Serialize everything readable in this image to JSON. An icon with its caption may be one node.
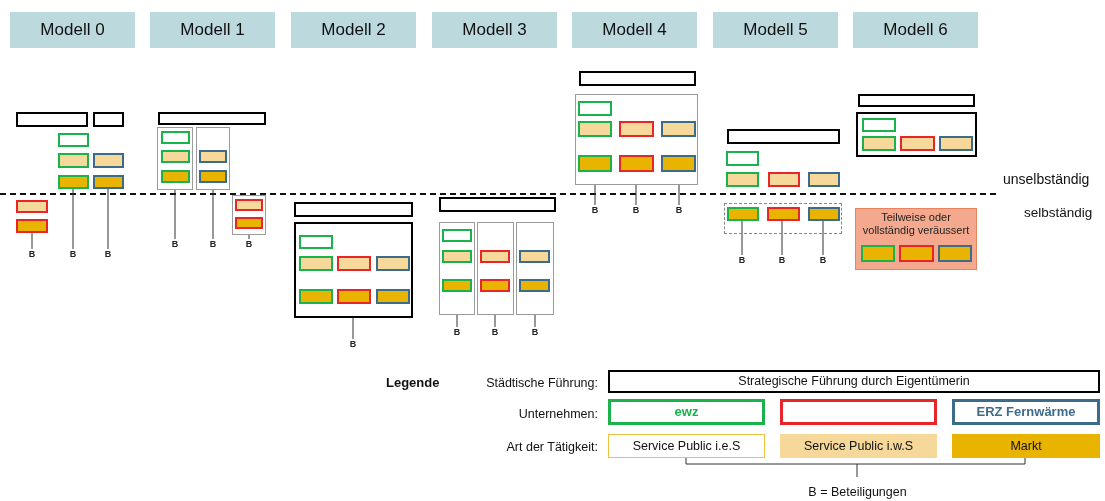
{
  "diagram": {
    "nodes": [
      {
        "text": [
          "Modell 0"
        ]
      },
      {
        "text": [
          "Modell 1"
        ]
      },
      {
        "text": [
          "Modell 2"
        ]
      },
      {
        "text": [
          "Modell 3"
        ]
      },
      {
        "text": [
          "Modell 4"
        ]
      },
      {
        "text": [
          "Modell 5"
        ]
      },
      {
        "text": [
          "Modell 6"
        ]
      },
      {
        "text": [],
        "shape": "box"
      },
      {
        "text": [],
        "shape": "box"
      },
      {
        "text": [],
        "shape": "box"
      },
      {
        "text": [],
        "shape": "box"
      },
      {
        "text": [],
        "shape": "box"
      },
      {
        "text": [],
        "shape": "box"
      },
      {
        "text": [],
        "shape": "box"
      },
      {
        "text": [],
        "shape": "box"
      },
      {
        "text": [],
        "shape": "box"
      },
      {
        "text": [
          "B"
        ]
      },
      {
        "text": [
          "B"
        ]
      },
      {
        "text": [
          "B"
        ]
      },
      {
        "text": [],
        "shape": "box"
      },
      {
        "text": [],
        "shape": "box"
      },
      {
        "text": [],
        "shape": "box",
        "in": 20
      },
      {
        "text": [],
        "shape": "box",
        "in": 20
      },
      {
        "text": [],
        "shape": "box",
        "in": 20
      },
      {
        "text": [],
        "shape": "box"
      },
      {
        "text": [],
        "shape": "box",
        "in": 24
      },
      {
        "text": [],
        "shape": "box",
        "in": 24
      },
      {
        "text": [],
        "shape": "box"
      },
      {
        "text": [],
        "shape": "box",
        "in": 27
      },
      {
        "text": [],
        "shape": "box",
        "in": 27
      },
      {
        "text": [
          "B"
        ]
      },
      {
        "text": [
          "B"
        ]
      },
      {
        "text": [
          "B"
        ]
      },
      {
        "text": [],
        "shape": "box"
      },
      {
        "text": [],
        "shape": "box"
      },
      {
        "text": [],
        "shape": "box",
        "in": 34
      },
      {
        "text": [],
        "shape": "box",
        "in": 34
      },
      {
        "text": [],
        "shape": "box",
        "in": 34
      },
      {
        "text": [],
        "shape": "box",
        "in": 34
      },
      {
        "text": [],
        "shape": "box",
        "in": 34
      },
      {
        "text": [],
        "shape": "box",
        "in": 34
      },
      {
        "text": [],
        "shape": "box",
        "in": 34
      },
      {
        "text": [
          "B"
        ]
      },
      {
        "text": [],
        "shape": "box"
      },
      {
        "text": [],
        "shape": "box"
      },
      {
        "text": [],
        "shape": "box",
        "in": 44
      },
      {
        "text": [],
        "shape": "box",
        "in": 44
      },
      {
        "text": [],
        "shape": "box",
        "in": 44
      },
      {
        "text": [],
        "shape": "box"
      },
      {
        "text": [],
        "shape": "box",
        "in": 48
      },
      {
        "text": [],
        "shape": "box",
        "in": 48
      },
      {
        "text": [],
        "shape": "box"
      },
      {
        "text": [],
        "shape": "box",
        "in": 51
      },
      {
        "text": [],
        "shape": "box",
        "in": 51
      },
      {
        "text": [
          "B"
        ]
      },
      {
        "text": [
          "B"
        ]
      },
      {
        "text": [
          "B"
        ]
      },
      {
        "text": [],
        "shape": "box"
      },
      {
        "text": [],
        "shape": "box"
      },
      {
        "text": [],
        "shape": "box",
        "in": 58
      },
      {
        "text": [],
        "shape": "box",
        "in": 58
      },
      {
        "text": [],
        "shape": "box",
        "in": 58
      },
      {
        "text": [],
        "shape": "box",
        "in": 58
      },
      {
        "text": [],
        "shape": "box",
        "in": 58
      },
      {
        "text": [],
        "shape": "box",
        "in": 58
      },
      {
        "text": [],
        "shape": "box",
        "in": 58
      },
      {
        "text": [
          "B"
        ]
      },
      {
        "text": [
          "B"
        ]
      },
      {
        "text": [
          "B"
        ]
      },
      {
        "text": [],
        "shape": "box"
      },
      {
        "text": [],
        "shape": "box"
      },
      {
        "text": [],
        "shape": "box"
      },
      {
        "text": [],
        "shape": "box"
      },
      {
        "text": [],
        "shape": "box"
      },
      {
        "text": [],
        "shape": "box"
      },
      {
        "text": [],
        "shape": "box",
        "in": 74
      },
      {
        "text": [],
        "shape": "box",
        "in": 74
      },
      {
        "text": [],
        "shape": "box",
        "in": 74
      },
      {
        "text": [
          "B"
        ]
      },
      {
        "text": [
          "B"
        ]
      },
      {
        "text": [
          "B"
        ]
      },
      {
        "text": [],
        "shape": "box"
      },
      {
        "text": [],
        "shape": "box"
      },
      {
        "text": [],
        "shape": "box",
        "in": 82
      },
      {
        "text": [],
        "shape": "box",
        "in": 82
      },
      {
        "text": [],
        "shape": "box",
        "in": 82
      },
      {
        "text": [],
        "shape": "box",
        "in": 82
      },
      {
        "text": [
          "Teilweise oder vollständig veräussert"
        ]
      },
      {
        "text": [],
        "shape": "box",
        "in": 87
      },
      {
        "text": [],
        "shape": "box",
        "in": 87
      },
      {
        "text": [],
        "shape": "box",
        "in": 87
      },
      {
        "text": [
          "Strategische Führung durch Eigentümerin"
        ]
      },
      {
        "text": [
          "ewz"
        ]
      },
      {
        "text": [],
        "shape": "box"
      },
      {
        "text": [
          "ERZ Fernwärme"
        ]
      },
      {
        "text": [
          "Service Public i.e.S"
        ]
      },
      {
        "text": [
          "Service Public i.w.S"
        ]
      },
      {
        "text": [
          "Markt"
        ]
      }
    ],
    "edges": [
      {
        "from": 15,
        "to": 16,
        "arrow": "none"
      },
      {
        "from": 12,
        "to": 17,
        "arrow": "none"
      },
      {
        "from": 13,
        "to": 18,
        "arrow": "none"
      },
      {
        "from": 20,
        "to": 30,
        "arrow": "none"
      },
      {
        "from": 24,
        "to": 31,
        "arrow": "none"
      },
      {
        "from": 27,
        "to": 32,
        "arrow": "none"
      },
      {
        "from": 34,
        "to": 42,
        "arrow": "none"
      },
      {
        "from": 44,
        "to": 54,
        "arrow": "none"
      },
      {
        "from": 48,
        "to": 55,
        "arrow": "none"
      },
      {
        "from": 51,
        "to": 56,
        "arrow": "none"
      },
      {
        "from": 63,
        "to": 66,
        "arrow": "none"
      },
      {
        "from": 64,
        "to": 67,
        "arrow": "none"
      },
      {
        "from": 65,
        "to": 68,
        "arrow": "none"
      },
      {
        "from": 75,
        "to": 78,
        "arrow": "none"
      },
      {
        "from": 76,
        "to": 79,
        "arrow": "none"
      },
      {
        "from": 77,
        "to": 80,
        "arrow": "none"
      }
    ],
    "labels": [
      "unselbständig",
      "selbständig",
      "Legende",
      "Städtische Führung:",
      "Unternehmen:",
      "Art der Tätigkeit:",
      "B = Beteiligungen"
    ]
  }
}
